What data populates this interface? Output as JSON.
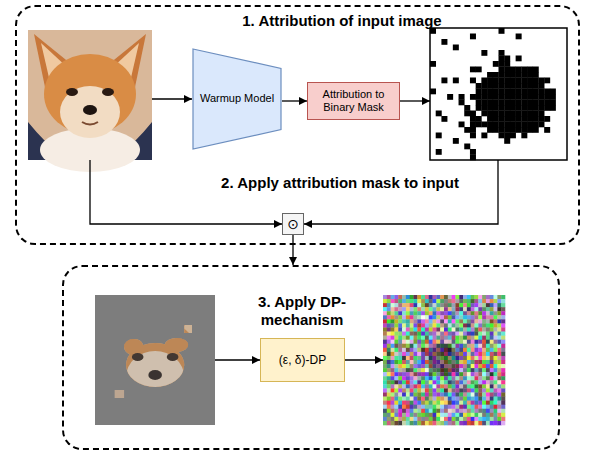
{
  "diagram": {
    "nodes": [
      {
        "text": [
          "1. Attribution of input image"
        ]
      },
      {
        "text": [
          "Warmup Model"
        ],
        "in": 0
      },
      {
        "text": [
          "Attribution to Binary Mask"
        ],
        "in": 0
      },
      {
        "text": [
          "⊙"
        ],
        "in": 0
      },
      {
        "text": [
          "3. Apply DP-mechanism"
        ]
      },
      {
        "text": [
          "(ε, δ)-DP"
        ],
        "in": 4
      }
    ],
    "edges": [
      {
        "from": 1,
        "to": 2,
        "arrow": "to"
      },
      {
        "from": 3,
        "to": 4,
        "arrow": "to"
      }
    ],
    "labels": [
      "2. Apply attribution mask to input"
    ]
  }
}
